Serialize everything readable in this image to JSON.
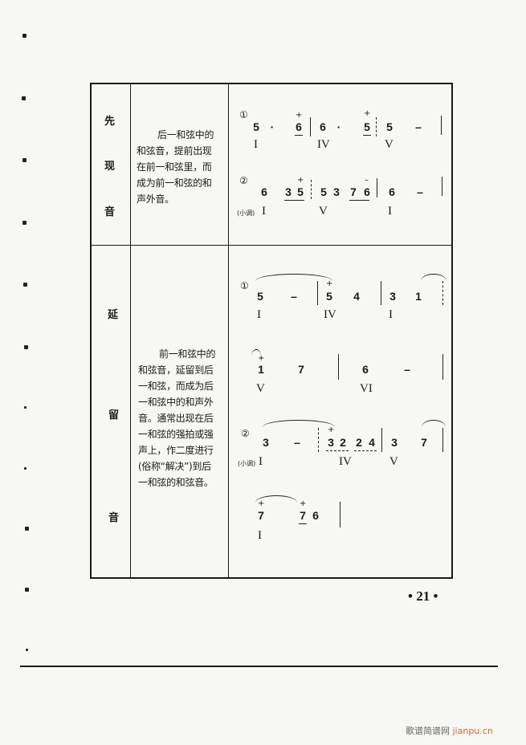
{
  "page": {
    "number_label": "• 21 •",
    "watermark_cn": "歌谱简谱网",
    "watermark_url": "jianpu.cn"
  },
  "table": {
    "rows": [
      {
        "term_chars": [
          "先",
          "现",
          "音"
        ],
        "term": "先现音",
        "description_lines": [
          "后一和弦中的",
          "和弦音，提前出现",
          "在前一和弦里，而",
          "成为前一和弦的和",
          "声外音。"
        ],
        "examples": [
          {
            "marker": "①",
            "mode": "",
            "notes": [
              "5",
              "·",
              "+6",
              "|",
              "6",
              "·",
              "+5",
              "|",
              "5",
              "–",
              "|"
            ],
            "chords": [
              "I",
              "IV",
              "V"
            ]
          },
          {
            "marker": "②",
            "mode": "(小调)",
            "notes": [
              "6",
              "3 +5",
              "|",
              "5 3 7 6",
              "|",
              "6",
              "–",
              "|"
            ],
            "chords": [
              "I",
              "V",
              "I"
            ]
          }
        ]
      },
      {
        "term_chars": [
          "延",
          "留",
          "音"
        ],
        "term": "延留音",
        "description_lines": [
          "前一和弦中的",
          "和弦音，延留到后",
          "一和弦，而成为后",
          "一和弦中的和声外",
          "音。通常出现在后",
          "一和弦的强拍或强",
          "声上，作二度进行",
          "(俗称“解决”)到后",
          "一和弦的和弦音。"
        ],
        "examples": [
          {
            "marker": "①",
            "mode": "",
            "lines": [
              {
                "notes": [
                  "5",
                  "–",
                  "|",
                  "+5",
                  "4",
                  "|",
                  "3",
                  "1",
                  "|"
                ],
                "chords": [
                  "I",
                  "IV",
                  "I"
                ]
              },
              {
                "notes": [
                  "+1",
                  "7",
                  "|",
                  "6",
                  "–",
                  "|"
                ],
                "chords": [
                  "V",
                  "VI"
                ]
              }
            ]
          },
          {
            "marker": "②",
            "mode": "(小调)",
            "lines": [
              {
                "notes": [
                  "3",
                  "–",
                  "|",
                  "+3 2 2 4",
                  "|",
                  "3",
                  "7",
                  "|"
                ],
                "chords": [
                  "I",
                  "IV",
                  "V"
                ]
              },
              {
                "notes": [
                  "+7",
                  "+7 6",
                  "|"
                ],
                "chords": [
                  "I"
                ]
              }
            ]
          }
        ]
      }
    ]
  }
}
